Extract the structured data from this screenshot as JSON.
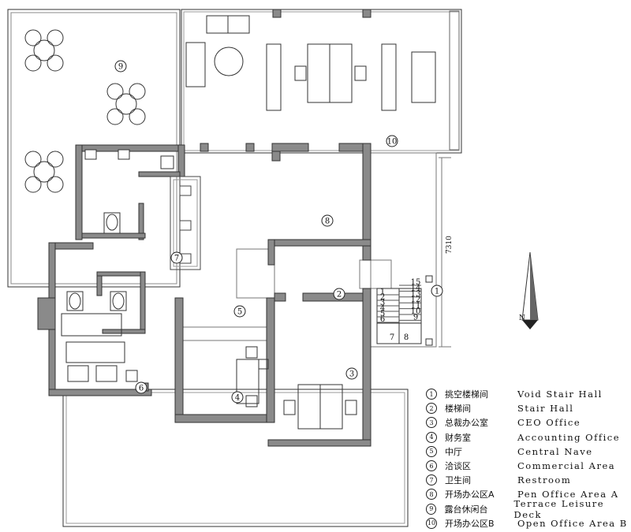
{
  "labels": {
    "r1": "1",
    "r2": "2",
    "r3": "3",
    "r4": "4",
    "r5": "5",
    "r6": "6",
    "r7": "7",
    "r8": "8",
    "r9": "9",
    "r10": "10"
  },
  "dimension": "7310",
  "compass": "N",
  "stairs": {
    "left_steps": [
      "1",
      "2",
      "3",
      "4",
      "5",
      "6"
    ],
    "right_steps": [
      "15",
      "14",
      "13",
      "12",
      "11",
      "10",
      "9"
    ],
    "landing": [
      "7",
      "8"
    ]
  },
  "legend": [
    {
      "mark": "1",
      "cn": "挑空楼梯间",
      "en": "Void  Stair  Hall"
    },
    {
      "mark": "2",
      "cn": "楼梯间",
      "en": "Stair  Hall"
    },
    {
      "mark": "3",
      "cn": "总裁办公室",
      "en": "CEO  Office"
    },
    {
      "mark": "4",
      "cn": "财务室",
      "en": "Accounting  Office"
    },
    {
      "mark": "5",
      "cn": "中厅",
      "en": "Central  Nave"
    },
    {
      "mark": "6",
      "cn": "洽谈区",
      "en": "Commercial  Area"
    },
    {
      "mark": "7",
      "cn": "卫生间",
      "en": "Restroom"
    },
    {
      "mark": "8",
      "cn": "开场办公区A",
      "en": "Pen  Office  Area  A"
    },
    {
      "mark": "9",
      "cn": "露台休闲台",
      "en": "Terrace  Leisure  Deck"
    },
    {
      "mark": "10",
      "cn": "开场办公区B",
      "en": "Open  Office  Area  B"
    }
  ]
}
